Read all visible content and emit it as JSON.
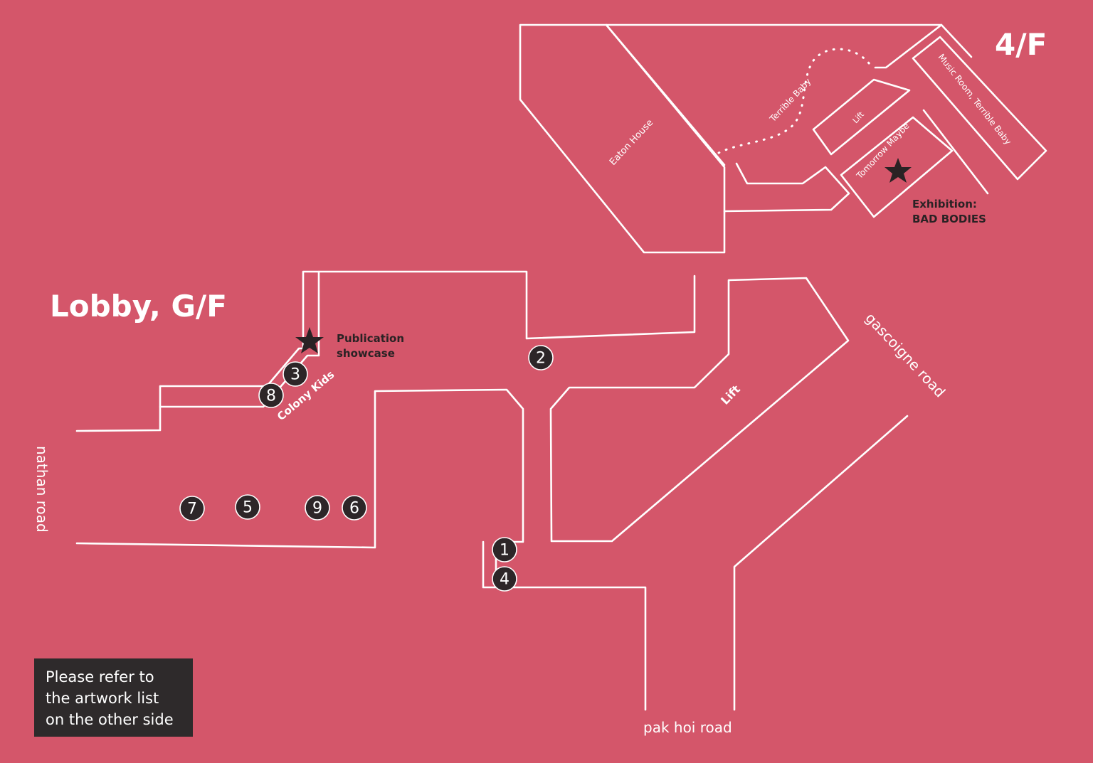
{
  "floors": {
    "upper": "4/F",
    "lobby": "Lobby, G/F"
  },
  "upper_rooms": {
    "eaton_house": "Eaton House",
    "terrible_baby": "Terrible Baby",
    "lift": "Lift",
    "tomorrow_maybe": "Tomorrow Maybe",
    "music_room": "Music Room, Terrible Baby"
  },
  "exhibition": {
    "label": "Exhibition:",
    "name": "BAD BODIES"
  },
  "lobby_labels": {
    "publication_line1": "Publication",
    "publication_line2": "showcase",
    "colony_kids": "Colony Kids",
    "lift": "Lift"
  },
  "roads": {
    "nathan": "nathan road",
    "gascoigne": "gascoigne road",
    "pak_hoi": "pak hoi road"
  },
  "markers": {
    "m1": "1",
    "m2": "2",
    "m3": "3",
    "m4": "4",
    "m5": "5",
    "m6": "6",
    "m7": "7",
    "m8": "8",
    "m9": "9"
  },
  "note": {
    "line1": "Please refer to",
    "line2": "the artwork list",
    "line3": "on the other side"
  },
  "colors": {
    "background": "#d4566a",
    "lines": "#ffffff",
    "markers": "#2d2628",
    "star": "#2a2224"
  }
}
